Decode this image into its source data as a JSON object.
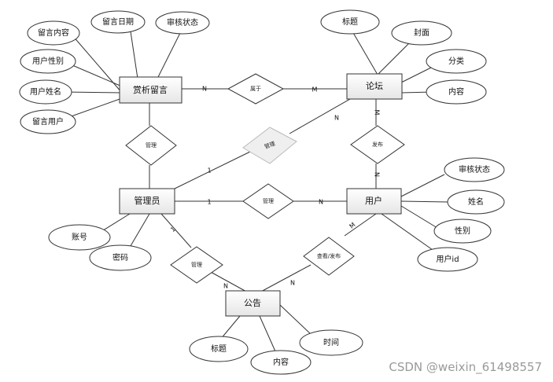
{
  "entities": {
    "message": "赏析留言",
    "forum": "论坛",
    "admin": "管理员",
    "user": "用户",
    "notice": "公告"
  },
  "attributes": {
    "msg_content": "留言内容",
    "msg_date": "留言日期",
    "msg_status": "审核状态",
    "msg_gender": "用户性别",
    "msg_username": "用户姓名",
    "msg_user": "留言用户",
    "forum_title": "标题",
    "forum_cover": "封面",
    "forum_category": "分类",
    "forum_content": "内容",
    "user_status": "审核状态",
    "user_name": "姓名",
    "user_gender": "性别",
    "user_id": "用户id",
    "admin_account": "账号",
    "admin_password": "密码",
    "notice_title": "标题",
    "notice_content": "内容",
    "notice_time": "时间"
  },
  "relationships": {
    "belongs": "属于",
    "manage_msg": "管理",
    "manage_forum": "管理",
    "publish": "发布",
    "manage_user": "管理",
    "manage_notice": "管理",
    "view_publish": "查看/发布"
  },
  "cardinalities": {
    "belongs_msg": "N",
    "belongs_forum": "M",
    "forum_publish": "M",
    "user_publish": "N",
    "admin_forum": "1",
    "forum_admin": "N",
    "admin_user": "1",
    "user_admin": "N",
    "admin_notice": "1",
    "notice_admin": "N",
    "notice_view": "N",
    "user_view": "M"
  },
  "watermark": "CSDN @weixin_61498557"
}
